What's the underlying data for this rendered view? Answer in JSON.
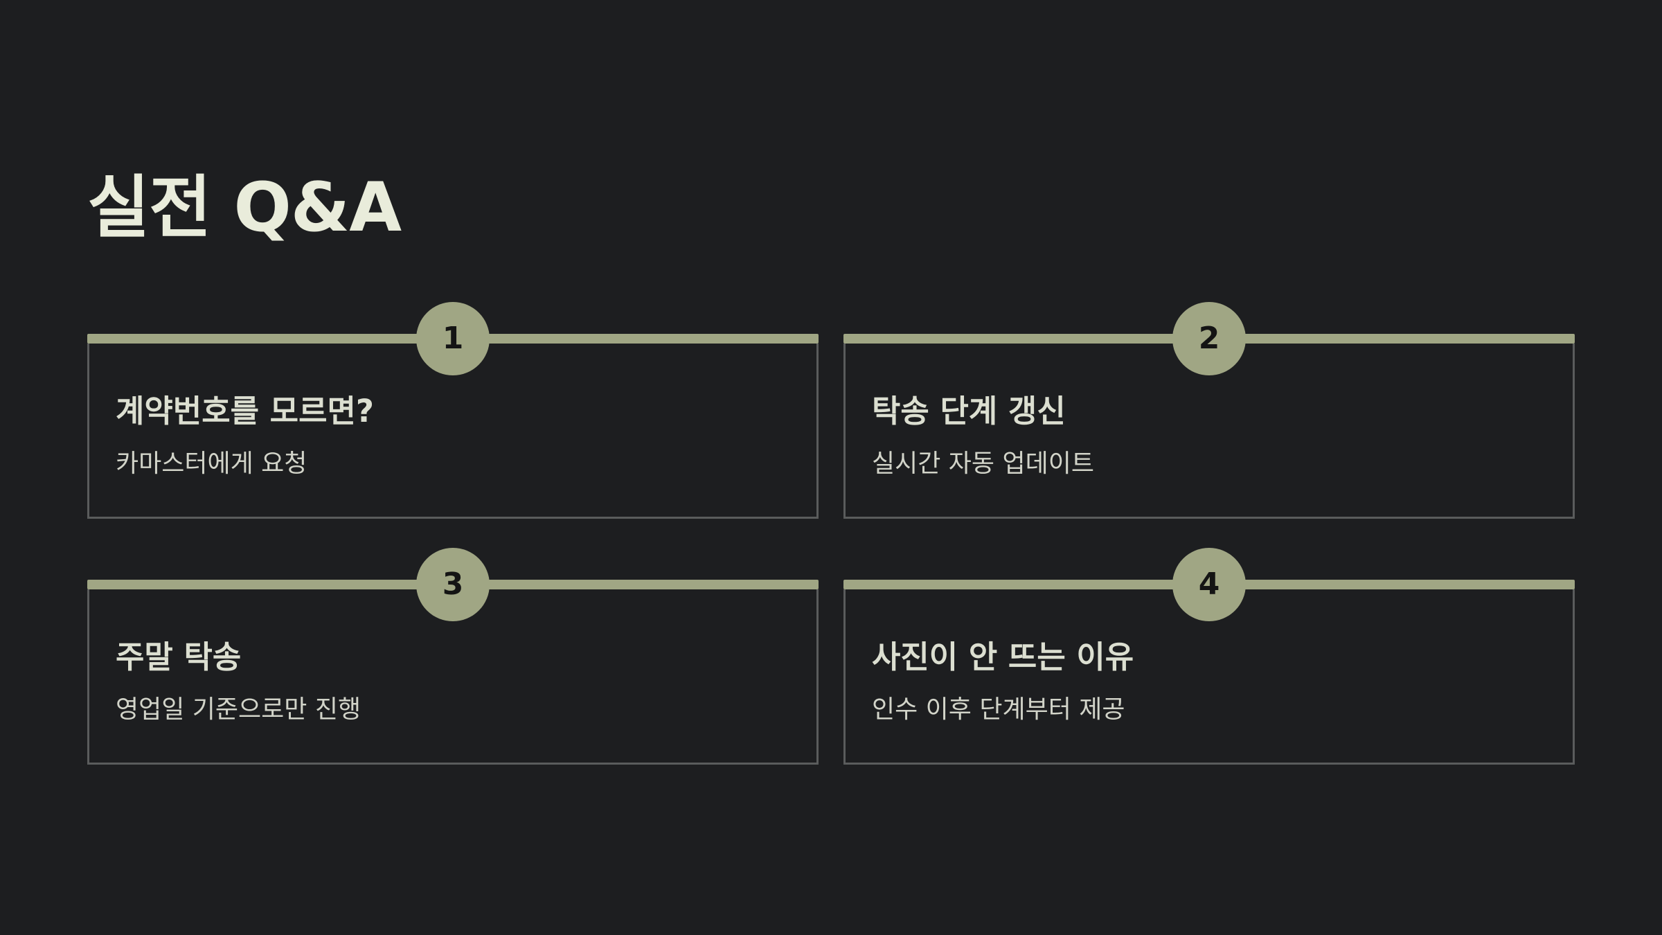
{
  "title": "실전 Q&A",
  "cards": [
    {
      "number": "1",
      "question": "계약번호를 모르면?",
      "answer": "카마스터에게 요청"
    },
    {
      "number": "2",
      "question": "탁송 단계 갱신",
      "answer": "실시간 자동 업데이트"
    },
    {
      "number": "3",
      "question": "주말 탁송",
      "answer": "영업일 기준으로만 진행"
    },
    {
      "number": "4",
      "question": "사진이 안 뜨는 이유",
      "answer": "인수 이후 단계부터 제공"
    }
  ],
  "colors": {
    "background": "#1d1e20",
    "accent": "#a0a684",
    "title": "#e9ecdb",
    "card_border": "#5a5c5c"
  }
}
